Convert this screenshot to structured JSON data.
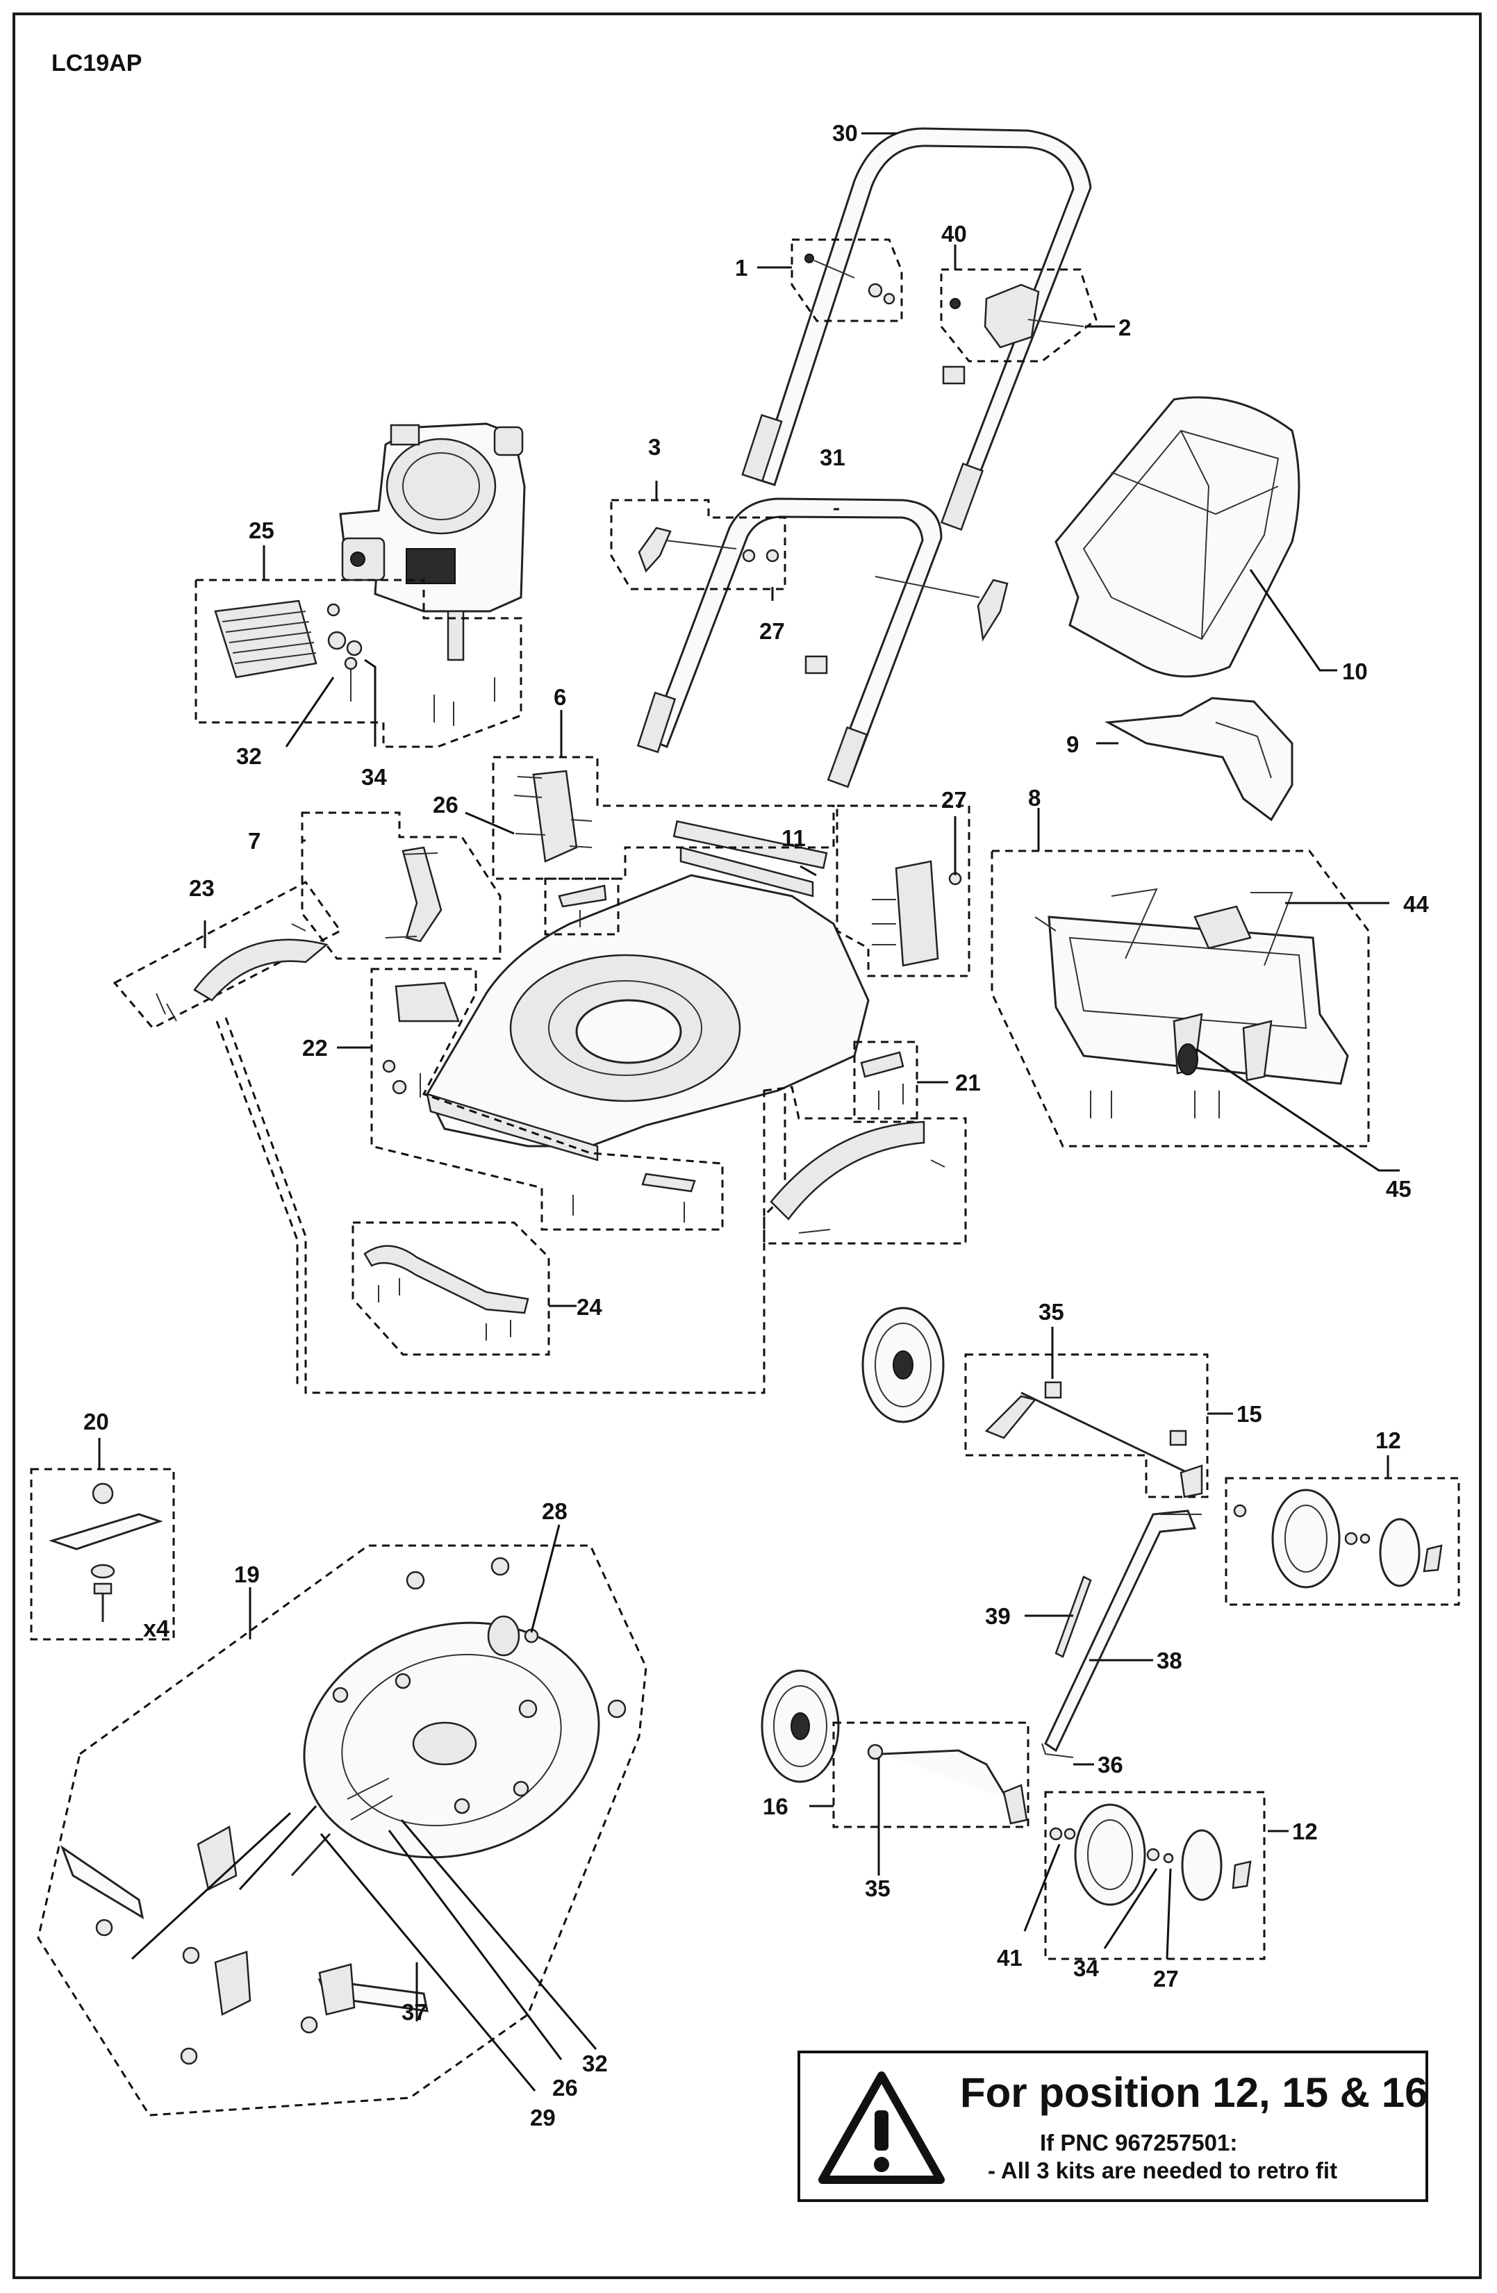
{
  "model": "LC19AP",
  "quantity_note": "x4",
  "notice": {
    "title": "For position 12, 15 & 16",
    "line1": "If PNC 967257501:",
    "line2": "- All 3 kits are needed to retro fit"
  },
  "callouts": {
    "c1": "1",
    "c2": "2",
    "c3": "3",
    "c6": "6",
    "c7": "7",
    "c8": "8",
    "c9": "9",
    "c10": "10",
    "c11": "11",
    "c12a": "12",
    "c12b": "12",
    "c15": "15",
    "c16": "16",
    "c19": "19",
    "c20": "20",
    "c21": "21",
    "c22": "22",
    "c23": "23",
    "c24": "24",
    "c25": "25",
    "c26a": "26",
    "c26b": "26",
    "c27a": "27",
    "c27b": "27",
    "c27c": "27",
    "c28": "28",
    "c29": "29",
    "c30": "30",
    "c31": "31",
    "c32a": "32",
    "c32b": "32",
    "c34a": "34",
    "c34b": "34",
    "c35a": "35",
    "c35b": "35",
    "c36": "36",
    "c37": "37",
    "c38": "38",
    "c39": "39",
    "c40": "40",
    "c41": "41",
    "c44": "44",
    "c45": "45"
  },
  "icons": {
    "warning": "warning-triangle-icon"
  }
}
